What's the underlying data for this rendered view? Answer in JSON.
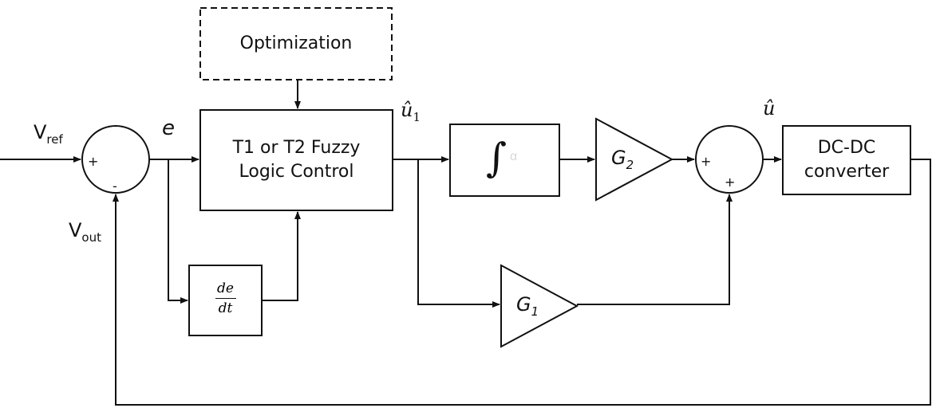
{
  "optimization": {
    "label": "Optimization"
  },
  "fuzzy_controller": {
    "line1": "T1 or T2 Fuzzy",
    "line2": "Logic Control"
  },
  "derivative": {
    "numerator": "de",
    "denominator": "dt"
  },
  "integrator": {
    "symbol": "∫",
    "faint": "α"
  },
  "gain_g2": {
    "base": "G",
    "sub": "2"
  },
  "gain_g1": {
    "base": "G",
    "sub": "1"
  },
  "converter": {
    "line1": "DC-DC",
    "line2": "converter"
  },
  "vref": {
    "base": "V",
    "sub": "ref"
  },
  "vout": {
    "base": "V",
    "sub": "out"
  },
  "error": {
    "label": "e"
  },
  "u1_hat": {
    "base": "û",
    "sub": "1"
  },
  "u_hat": {
    "label": "û"
  },
  "sum1": {
    "plus": "+",
    "minus": "-"
  },
  "sum2": {
    "plus_left": "+",
    "plus_bottom": "+"
  }
}
